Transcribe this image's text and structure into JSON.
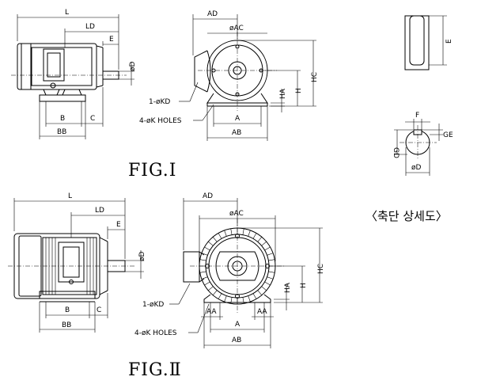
{
  "figures": {
    "fig1_caption": "FIG.Ⅰ",
    "fig2_caption": "FIG.Ⅱ"
  },
  "labels": {
    "L": "L",
    "LD": "LD",
    "E": "E",
    "D": "øD",
    "B": "B",
    "C": "C",
    "BB": "BB",
    "AD": "AD",
    "AC": "øAC",
    "KD": "1-øKD",
    "K_holes": "4-øK HOLES",
    "A": "A",
    "AB": "AB",
    "HA": "HA",
    "H": "H",
    "HC": "HC",
    "AA": "AA",
    "F": "F",
    "GE": "GE",
    "GD": "GD"
  },
  "shaft_detail": {
    "title": "〈축단 상세도〉"
  }
}
